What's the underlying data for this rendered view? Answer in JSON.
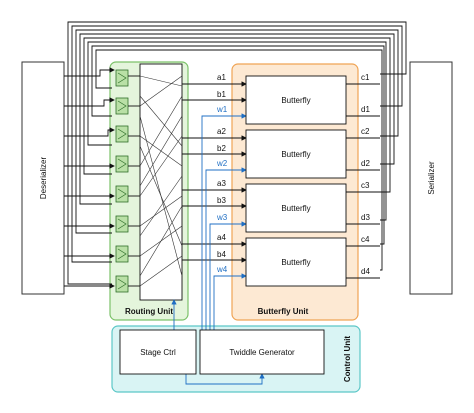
{
  "blocks": {
    "deserializer": "Deserializer",
    "serializer": "Serializer",
    "routing_unit": "Routing Unit",
    "butterfly_unit": "Butterfly Unit",
    "control_unit": "Control Unit",
    "stage_ctrl": "Stage Ctrl",
    "twiddle_generator": "Twiddle Generator",
    "butterfly": [
      "Butterfly",
      "Butterfly",
      "Butterfly",
      "Butterfly"
    ]
  },
  "inputs": [
    {
      "a": "a1",
      "b": "b1",
      "w": "w1"
    },
    {
      "a": "a2",
      "b": "b2",
      "w": "w2"
    },
    {
      "a": "a3",
      "b": "b3",
      "w": "w3"
    },
    {
      "a": "a4",
      "b": "b4",
      "w": "w4"
    }
  ],
  "outputs": [
    {
      "c": "c1",
      "d": "d1"
    },
    {
      "c": "c2",
      "d": "d2"
    },
    {
      "c": "c3",
      "d": "d3"
    },
    {
      "c": "c4",
      "d": "d4"
    }
  ],
  "colors": {
    "routing_fill": "#e4f5dc",
    "routing_stroke": "#7cc26a",
    "butterfly_unit_fill": "#fde9d3",
    "butterfly_unit_stroke": "#f0a455",
    "control_fill": "#d9f4f4",
    "control_stroke": "#5cc7c7",
    "mux_fill": "#b9e0a6",
    "wire": "#111111",
    "blue_wire": "#1f6fc4"
  }
}
